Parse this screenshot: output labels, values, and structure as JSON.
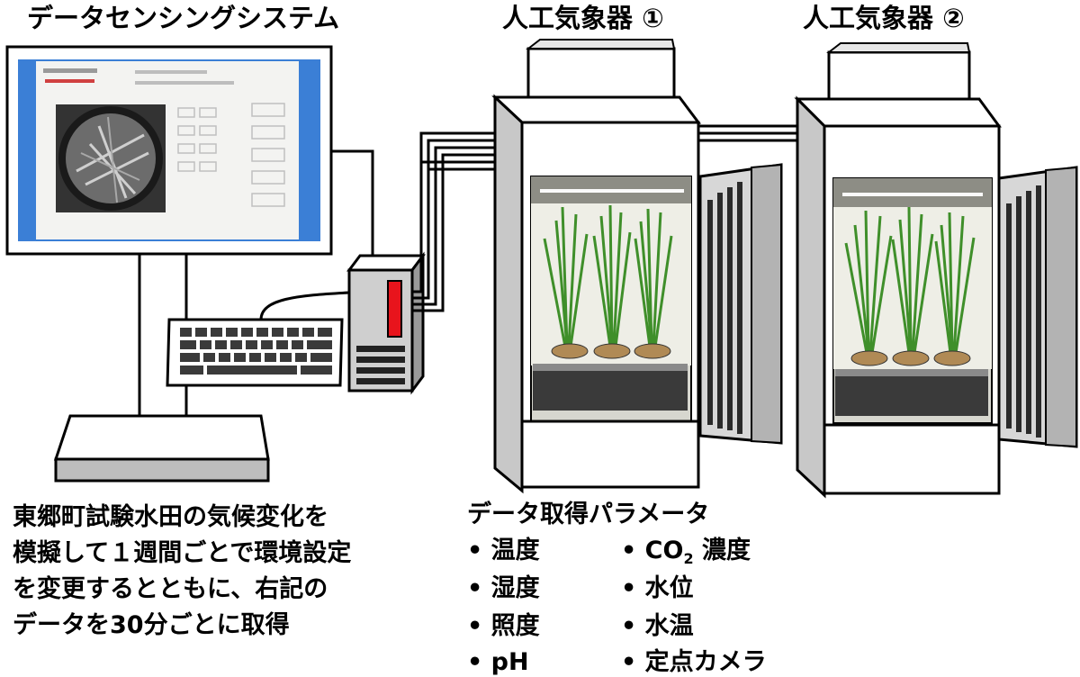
{
  "titles": {
    "system": "データセンシングシステム",
    "chamber1": "人工気象器 ①",
    "chamber2": "人工気象器 ②"
  },
  "description": {
    "line1": "東郷町試験水田の気候変化を",
    "line2": "模擬して１週間ごとで環境設定",
    "line3": "を変更するとともに、右記の",
    "line4": "データを30分ごとに取得"
  },
  "parameters": {
    "heading": "データ取得パラメータ",
    "left": [
      "• 温度",
      "• 湿度",
      "• 照度",
      "• pH"
    ],
    "right_co2_prefix": "• CO",
    "right_co2_sub": "2",
    "right_co2_suffix": " 濃度",
    "right": [
      "• 水位",
      "• 水温",
      "• 定点カメラ"
    ]
  },
  "colors": {
    "monitor_blue": "#3b7fd6",
    "indicator_red": "#e8141c",
    "cabinet_grey": "#c8c8c8",
    "plant_green": "#3f8f2a"
  }
}
